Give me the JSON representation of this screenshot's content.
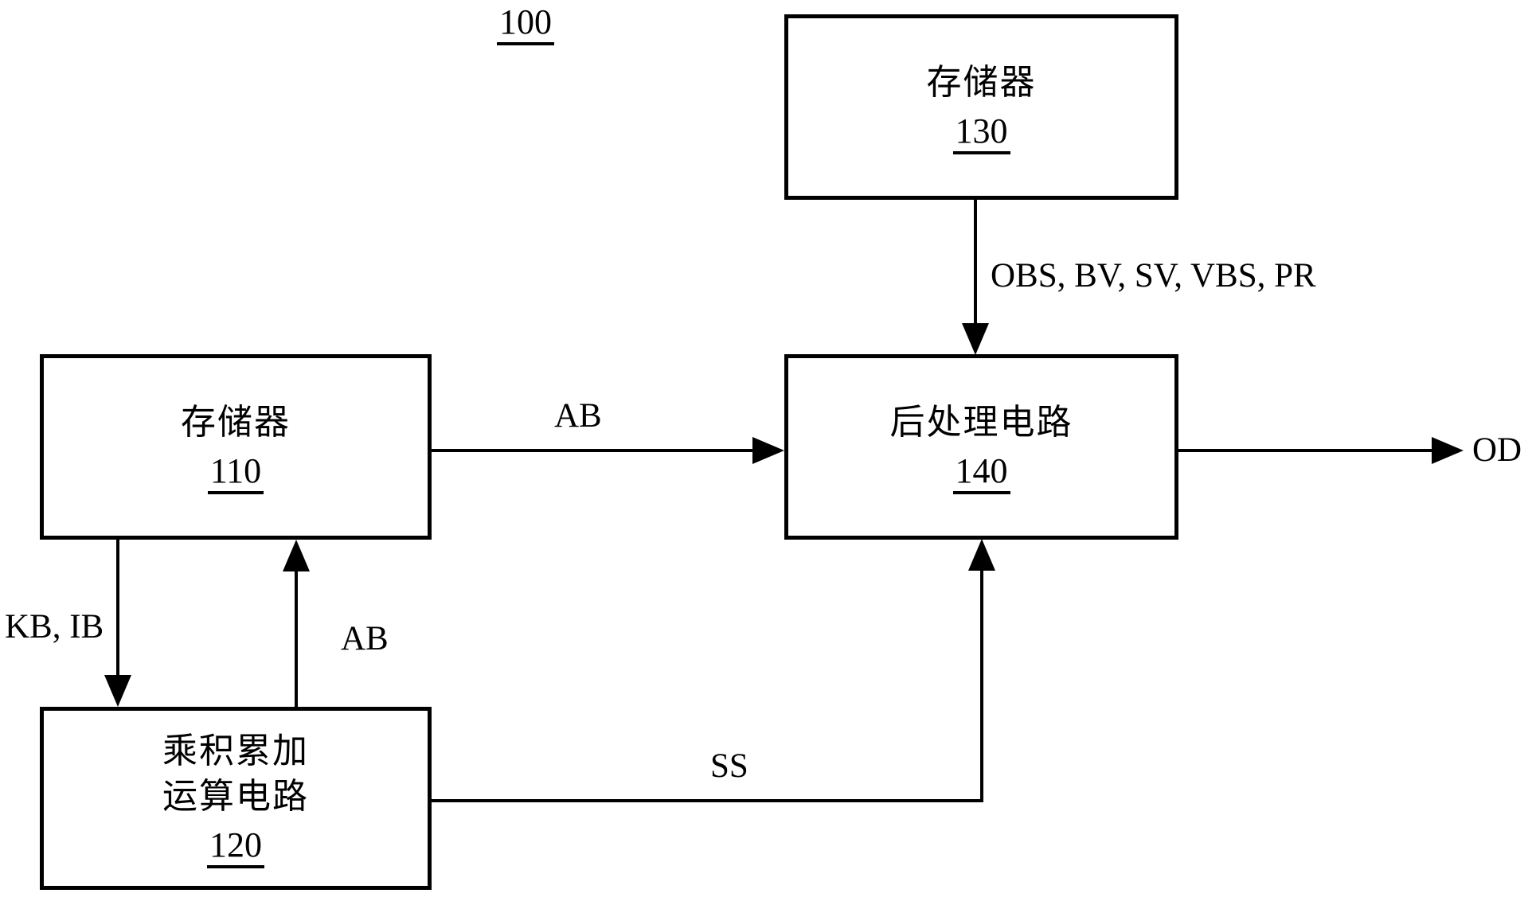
{
  "figure": {
    "label": "100"
  },
  "boxes": {
    "memory_130": {
      "name": "存储器",
      "ref": "130"
    },
    "memory_110": {
      "name": "存储器",
      "ref": "110"
    },
    "post_processing_140": {
      "name": "后处理电路",
      "ref": "140"
    },
    "mac_120": {
      "name_line1": "乘积累加",
      "name_line2": "运算电路",
      "ref": "120"
    }
  },
  "edges": {
    "mem130_to_post140": {
      "label": "OBS, BV, SV, VBS, PR"
    },
    "mem110_to_post140": {
      "label": "AB"
    },
    "post140_output": {
      "label": "OD"
    },
    "mem110_to_mac120": {
      "label": "KB, IB"
    },
    "mac120_to_mem110": {
      "label": "AB"
    },
    "mac120_to_post140": {
      "label": "SS"
    }
  },
  "colors": {
    "line": "#000000",
    "background": "#ffffff",
    "text": "#000000"
  }
}
